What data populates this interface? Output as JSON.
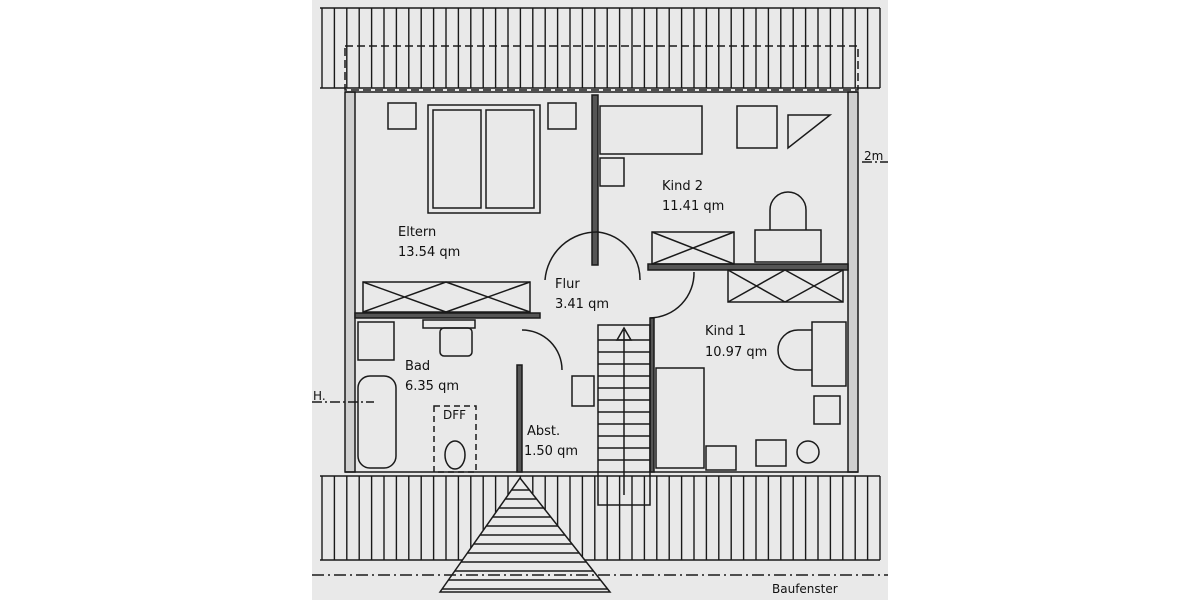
{
  "rooms": [
    {
      "name": "Eltern",
      "area": "13.54 qm"
    },
    {
      "name": "Kind 2",
      "area": "11.41 qm"
    },
    {
      "name": "Flur",
      "area": "3.41 qm"
    },
    {
      "name": "Kind 1",
      "area": "10.97 qm"
    },
    {
      "name": "Bad",
      "area": "6.35 qm"
    },
    {
      "name": "Abst.",
      "area": "1.50 qm"
    }
  ],
  "annotations": {
    "dff": "DFF",
    "dimension": "2m",
    "height_mark": "H.",
    "building_window": "Baufenster"
  },
  "colors": {
    "paper": "#e9e9e9",
    "ink": "#1a1a1a"
  }
}
